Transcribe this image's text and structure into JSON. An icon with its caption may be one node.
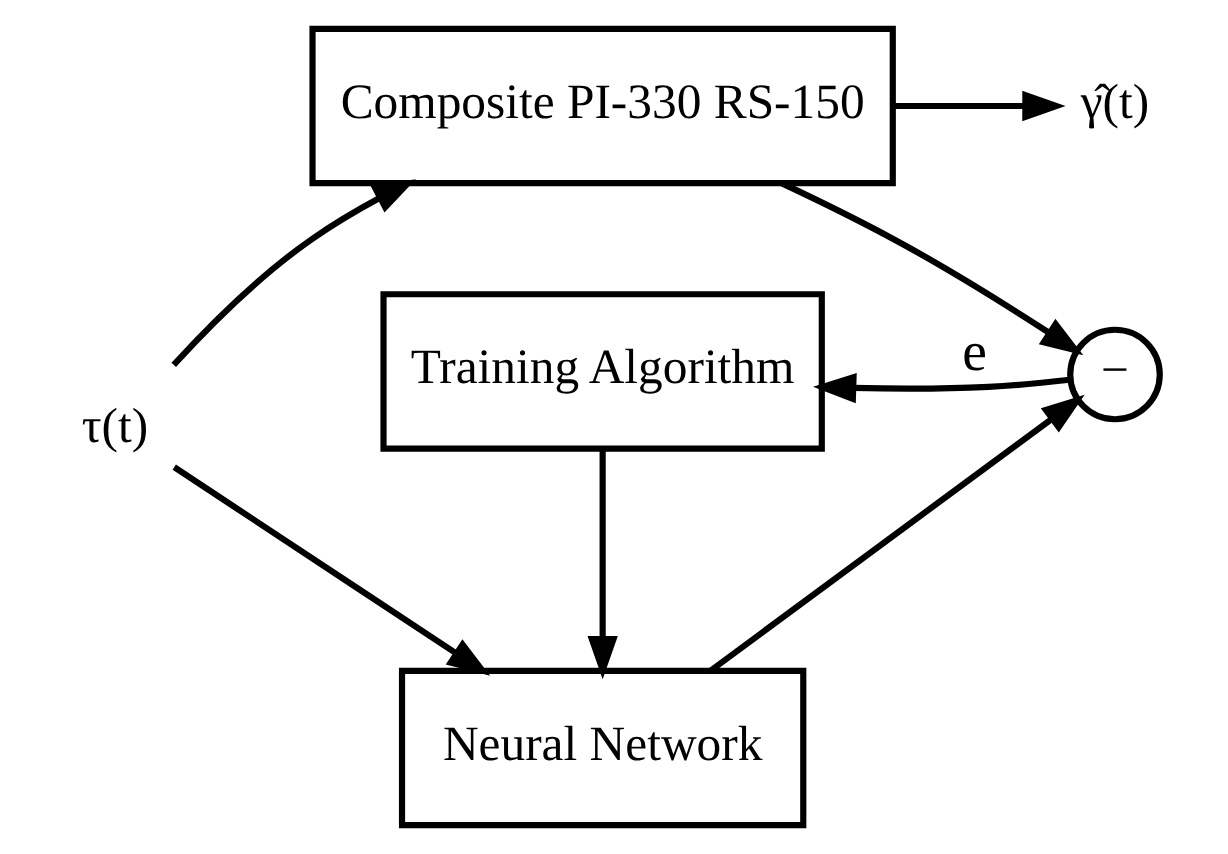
{
  "diagram": {
    "nodes": [
      {
        "text": [
          "τ(t)"
        ]
      },
      {
        "text": [
          "Composite PI-330 RS-150"
        ]
      },
      {
        "text": [
          "γ̂(t)"
        ]
      },
      {
        "text": [
          "Neural Network"
        ]
      },
      {
        "text": [
          "−"
        ]
      },
      {
        "text": [
          "Training Algorithm"
        ]
      }
    ],
    "edges": [
      {
        "from": 0,
        "to": 1,
        "arrow": "to"
      },
      {
        "from": 0,
        "to": 3,
        "arrow": "to"
      },
      {
        "from": 1,
        "to": 2,
        "arrow": "to"
      },
      {
        "from": 1,
        "to": 4,
        "arrow": "to"
      },
      {
        "from": 3,
        "to": 4,
        "arrow": "to"
      },
      {
        "from": 4,
        "to": 5,
        "arrow": "to",
        "label": "e"
      },
      {
        "from": 5,
        "to": 3,
        "arrow": "to"
      }
    ]
  }
}
